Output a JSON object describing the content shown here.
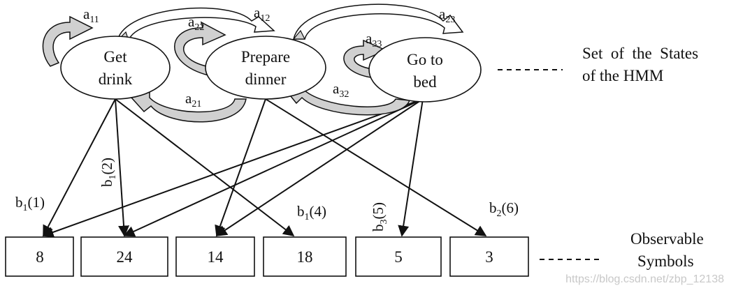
{
  "states": [
    {
      "id": "s1",
      "lines": [
        "Get",
        "drink"
      ]
    },
    {
      "id": "s2",
      "lines": [
        "Prepare",
        "dinner"
      ]
    },
    {
      "id": "s3",
      "lines": [
        "Go to",
        "bed"
      ]
    }
  ],
  "transitions": [
    {
      "base": "a",
      "sub": "11"
    },
    {
      "base": "a",
      "sub": "12"
    },
    {
      "base": "a",
      "sub": "22"
    },
    {
      "base": "a",
      "sub": "23"
    },
    {
      "base": "a",
      "sub": "33"
    },
    {
      "base": "a",
      "sub": "21"
    },
    {
      "base": "a",
      "sub": "32"
    }
  ],
  "emission_labels": [
    {
      "base": "b",
      "sub": "1",
      "arg": "(1)"
    },
    {
      "base": "b",
      "sub": "1",
      "arg": "(2)"
    },
    {
      "base": "b",
      "sub": "1",
      "arg": "(4)"
    },
    {
      "base": "b",
      "sub": "3",
      "arg": "(5)"
    },
    {
      "base": "b",
      "sub": "2",
      "arg": "(6)"
    }
  ],
  "symbols": [
    "8",
    "24",
    "14",
    "18",
    "5",
    "3"
  ],
  "side_labels": {
    "states": [
      "Set  of  the  States",
      "of the HMM"
    ],
    "symbols": [
      "Observable",
      "Symbols"
    ]
  },
  "watermark": "https://blog.csdn.net/zbp_12138",
  "colors": {
    "arrow_fill": "#d0d0d0",
    "stroke": "#111111"
  }
}
